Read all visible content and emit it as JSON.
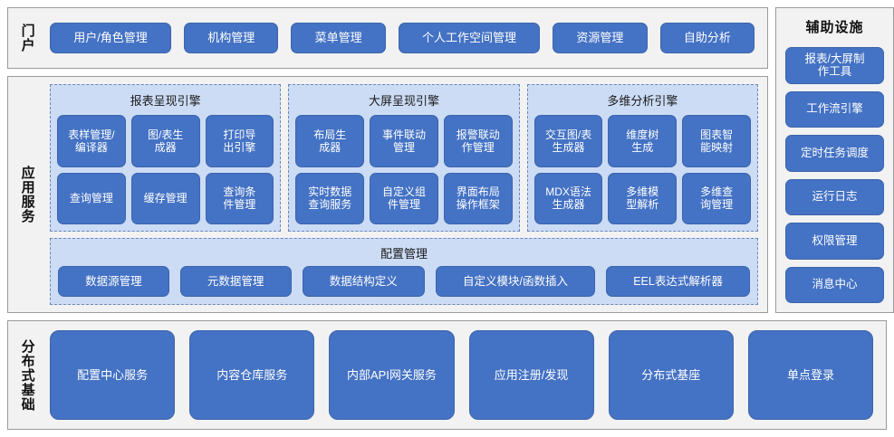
{
  "portal": {
    "label": "门户",
    "items": [
      {
        "label": "用户/角色管理"
      },
      {
        "label": "机构管理"
      },
      {
        "label": "菜单管理"
      },
      {
        "label": "个人工作空间管理"
      },
      {
        "label": "资源管理"
      },
      {
        "label": "自助分析"
      }
    ]
  },
  "app_services": {
    "label": "应用服务",
    "engines": [
      {
        "title": "报表呈现引擎",
        "items": [
          {
            "label": "表样管理/\n编译器"
          },
          {
            "label": "图/表生\n成器"
          },
          {
            "label": "打印导\n出引擎"
          },
          {
            "label": "查询管理"
          },
          {
            "label": "缓存管理"
          },
          {
            "label": "查询条\n件管理"
          }
        ]
      },
      {
        "title": "大屏呈现引擎",
        "items": [
          {
            "label": "布局生\n成器"
          },
          {
            "label": "事件联动\n管理"
          },
          {
            "label": "报警联动\n作管理"
          },
          {
            "label": "实时数据\n查询服务"
          },
          {
            "label": "自定义组\n件管理"
          },
          {
            "label": "界面布局\n操作框架"
          }
        ]
      },
      {
        "title": "多维分析引擎",
        "items": [
          {
            "label": "交互图/表\n生成器"
          },
          {
            "label": "维度树\n生成"
          },
          {
            "label": "图表智\n能映射"
          },
          {
            "label": "MDX语法\n生成器"
          },
          {
            "label": "多维模\n型解析"
          },
          {
            "label": "多维查\n询管理"
          }
        ]
      }
    ],
    "config": {
      "title": "配置管理",
      "items": [
        {
          "label": "数据源管理"
        },
        {
          "label": "元数据管理"
        },
        {
          "label": "数据结构定义"
        },
        {
          "label": "自定义模块/函数插入"
        },
        {
          "label": "EEL表达式解析器"
        }
      ]
    }
  },
  "aux": {
    "title": "辅助设施",
    "items": [
      {
        "label": "报表/大屏制\n作工具"
      },
      {
        "label": "工作流引擎"
      },
      {
        "label": "定时任务调度"
      },
      {
        "label": "运行日志"
      },
      {
        "label": "权限管理"
      },
      {
        "label": "消息中心"
      }
    ]
  },
  "distributed": {
    "label": "分布式基础",
    "items": [
      {
        "label": "配置中心服务"
      },
      {
        "label": "内容仓库服务"
      },
      {
        "label": "内部API网关服务"
      },
      {
        "label": "应用注册/发现"
      },
      {
        "label": "分布式基座"
      },
      {
        "label": "单点登录"
      }
    ]
  },
  "colors": {
    "button_fill": "#4472c4",
    "button_border": "#3c64ab",
    "panel_bg": "#f2f2f2",
    "panel_border": "#9a9a9a",
    "group_bg": "#ccdcf5",
    "group_border": "#6b86b8",
    "text_light": "#ffffff",
    "text_dark": "#111111"
  }
}
